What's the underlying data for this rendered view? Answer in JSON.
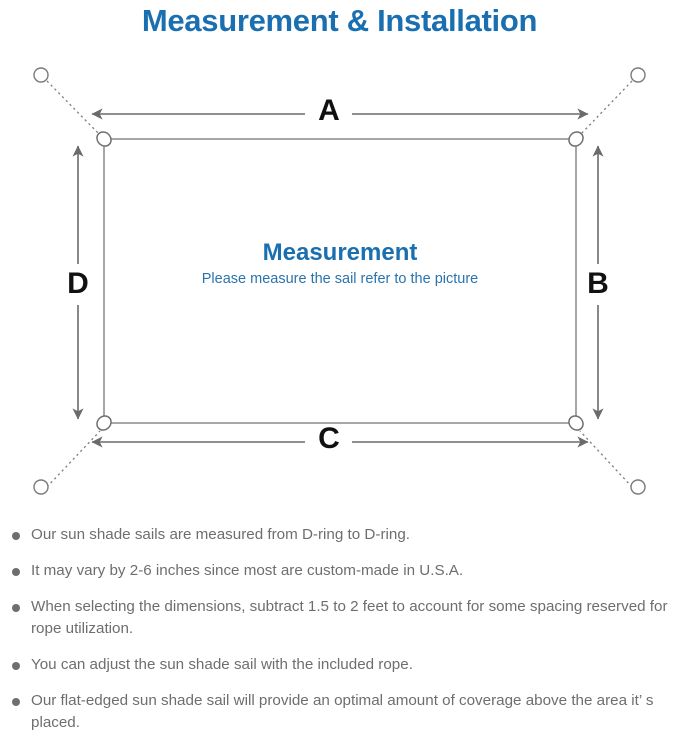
{
  "page": {
    "title": "Measurement & Installation",
    "title_color": "#1a6fb0",
    "background_color": "#ffffff"
  },
  "diagram": {
    "name": "sun-shade-sail-measurement-diagram",
    "sail": {
      "heading": "Measurement",
      "subheading": "Please measure the sail refer to the picture",
      "heading_color": "#1a6fb0",
      "subheading_color": "#2a74ad",
      "outline_color": "#7a7a7a"
    },
    "dimension_labels": {
      "top": "A",
      "right": "B",
      "bottom": "C",
      "left": "D"
    },
    "anchors": [
      {
        "name": "anchor-top-left",
        "position": "top-left"
      },
      {
        "name": "anchor-top-right",
        "position": "top-right"
      },
      {
        "name": "anchor-bottom-left",
        "position": "bottom-left"
      },
      {
        "name": "anchor-bottom-right",
        "position": "bottom-right"
      }
    ],
    "d_rings": [
      {
        "name": "d-ring-top-left",
        "position": "top-left"
      },
      {
        "name": "d-ring-top-right",
        "position": "top-right"
      },
      {
        "name": "d-ring-bottom-left",
        "position": "bottom-left"
      },
      {
        "name": "d-ring-bottom-right",
        "position": "bottom-right"
      }
    ],
    "arrow_color": "#6b6b6b",
    "rope_line_style": "dotted"
  },
  "notes": [
    {
      "text": "Our sun shade sails are measured from D-ring to D-ring."
    },
    {
      "text": "It may vary by 2-6 inches since most are custom-made in U.S.A."
    },
    {
      "text": "When selecting the dimensions, subtract 1.5 to 2 feet to account for some spacing reserved for rope utilization."
    },
    {
      "text": "You can adjust the sun shade sail with the included rope."
    },
    {
      "text": "Our flat-edged sun shade sail will provide an optimal amount of coverage above the area it’ s placed."
    }
  ]
}
